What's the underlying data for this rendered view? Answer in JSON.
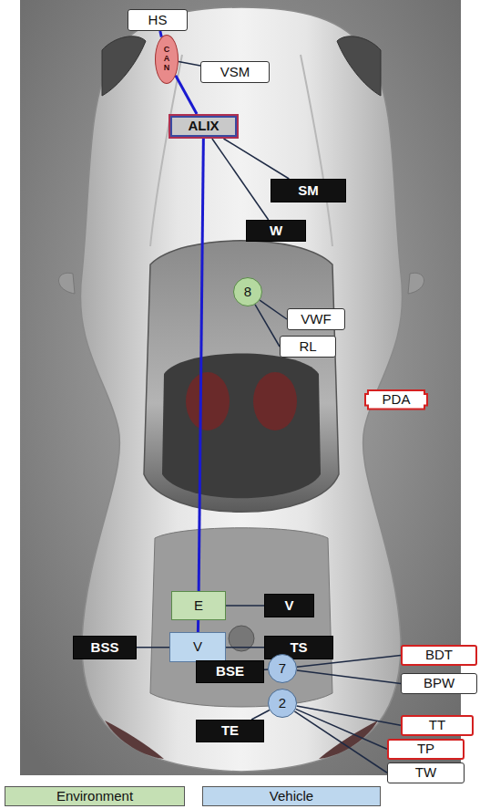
{
  "diagram": {
    "nodes": [
      {
        "text": [
          "HS"
        ]
      },
      {
        "text": [
          "CAN"
        ]
      },
      {
        "text": [
          "VSM"
        ]
      },
      {
        "text": [
          "ALIX"
        ]
      },
      {
        "text": [
          "SM"
        ]
      },
      {
        "text": [
          "W"
        ]
      },
      {
        "text": [
          "8"
        ]
      },
      {
        "text": [
          "VWF"
        ]
      },
      {
        "text": [
          "RL"
        ]
      },
      {
        "text": [
          "PDA"
        ]
      },
      {
        "text": [
          "E"
        ]
      },
      {
        "text": [
          "V"
        ]
      },
      {
        "text": [
          "BSS"
        ]
      },
      {
        "text": [
          "V"
        ]
      },
      {
        "text": [
          "TS"
        ]
      },
      {
        "text": [
          "BSE"
        ]
      },
      {
        "text": [
          "7"
        ]
      },
      {
        "text": [
          "BDT"
        ]
      },
      {
        "text": [
          "BPW"
        ]
      },
      {
        "text": [
          "2"
        ]
      },
      {
        "text": [
          "TE"
        ]
      },
      {
        "text": [
          "TT"
        ]
      },
      {
        "text": [
          "TP"
        ]
      },
      {
        "text": [
          "TW"
        ]
      }
    ],
    "edges": [
      {
        "from": 0,
        "to": 1,
        "arrow": "none"
      },
      {
        "from": 1,
        "to": 2,
        "arrow": "none"
      },
      {
        "from": 1,
        "to": 3,
        "arrow": "none"
      },
      {
        "from": 3,
        "to": 4,
        "arrow": "none"
      },
      {
        "from": 3,
        "to": 5,
        "arrow": "none"
      },
      {
        "from": 6,
        "to": 7,
        "arrow": "none"
      },
      {
        "from": 6,
        "to": 8,
        "arrow": "none"
      },
      {
        "from": 3,
        "to": 10,
        "arrow": "none"
      },
      {
        "from": 10,
        "to": 11,
        "arrow": "none"
      },
      {
        "from": 10,
        "to": 13,
        "arrow": "none"
      },
      {
        "from": 13,
        "to": 12,
        "arrow": "none"
      },
      {
        "from": 13,
        "to": 14,
        "arrow": "none"
      },
      {
        "from": 15,
        "to": 16,
        "arrow": "none"
      },
      {
        "from": 16,
        "to": 17,
        "arrow": "none"
      },
      {
        "from": 16,
        "to": 18,
        "arrow": "none"
      },
      {
        "from": 20,
        "to": 19,
        "arrow": "none"
      },
      {
        "from": 19,
        "to": 21,
        "arrow": "none"
      },
      {
        "from": 19,
        "to": 22,
        "arrow": "none"
      },
      {
        "from": 19,
        "to": 23,
        "arrow": "none"
      }
    ],
    "legend": [
      {
        "text": "Environment",
        "color": "#c5e0b4"
      },
      {
        "text": "Vehicle",
        "color": "#bdd7ee"
      }
    ]
  }
}
